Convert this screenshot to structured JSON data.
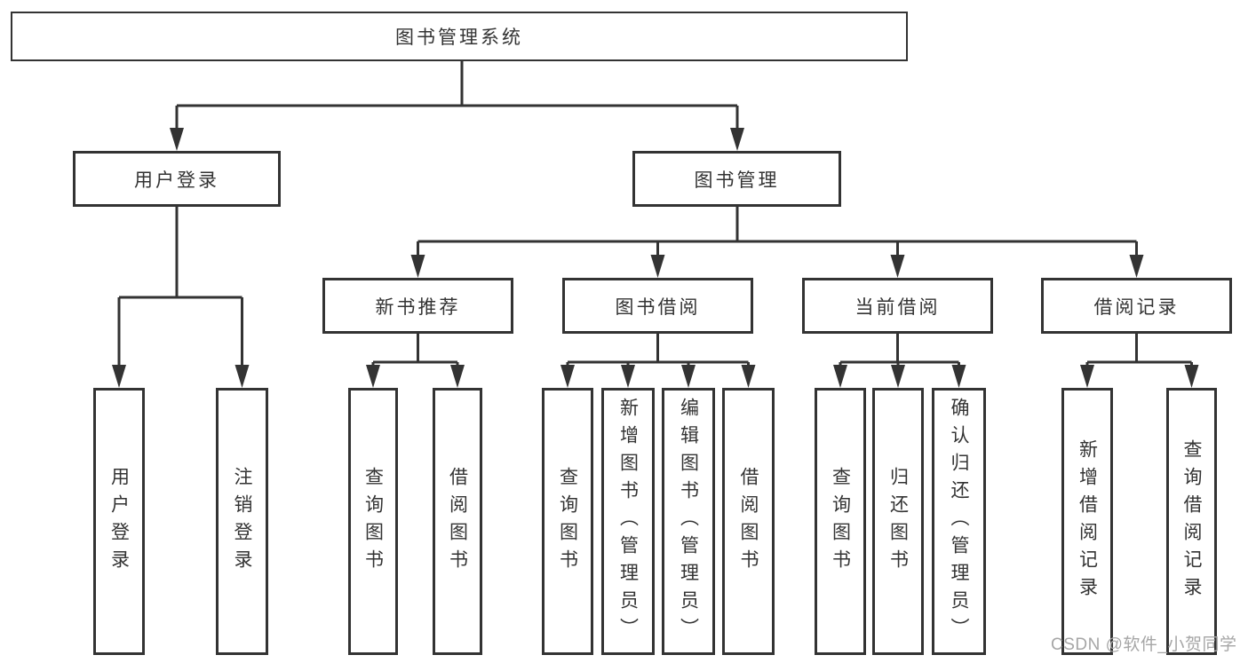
{
  "diagram": {
    "root": "图书管理系统",
    "level2": {
      "user_login": "用户登录",
      "book_mgmt": "图书管理"
    },
    "level3": {
      "new_books": "新书推荐",
      "borrow": "图书借阅",
      "current": "当前借阅",
      "records": "借阅记录"
    },
    "leaves": {
      "user_login": [
        "用户登录",
        "注销登录"
      ],
      "new_books": [
        "查询图书",
        "借阅图书"
      ],
      "borrow": [
        "查询图书",
        "新增图书（管理员）",
        "编辑图书（管理员）",
        "借阅图书"
      ],
      "current": [
        "查询图书",
        "归还图书",
        "确认归还（管理员）"
      ],
      "records": [
        "新增借阅记录",
        "查询借阅记录"
      ]
    }
  },
  "watermark": "CSDN @软件_小贺同学",
  "colors": {
    "line": "#333333",
    "text": "#333333",
    "box_background": "#ffffff",
    "watermark": "#a6a6a6",
    "page_background": "#ffffff"
  }
}
